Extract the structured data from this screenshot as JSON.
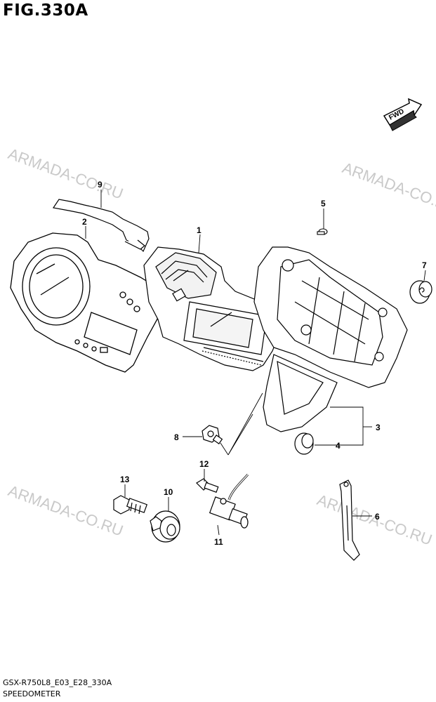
{
  "figure": {
    "title": "FIG.330A"
  },
  "forward_arrow": {
    "label": "FWD"
  },
  "watermarks": [
    "ARMADA-CO.RU",
    "ARMADA-CO.RU",
    "ARMADA-CO.RU",
    "ARMADA-CO.RU"
  ],
  "callouts": {
    "c1": "1",
    "c2": "2",
    "c3": "3",
    "c4": "4",
    "c5": "5",
    "c6": "6",
    "c7": "7",
    "c8": "8",
    "c9": "9",
    "c10": "10",
    "c11": "11",
    "c12": "12",
    "c13": "13"
  },
  "footer": {
    "code": "GSX-R750L8_E03_E28_330A",
    "name": "SPEEDOMETER"
  }
}
